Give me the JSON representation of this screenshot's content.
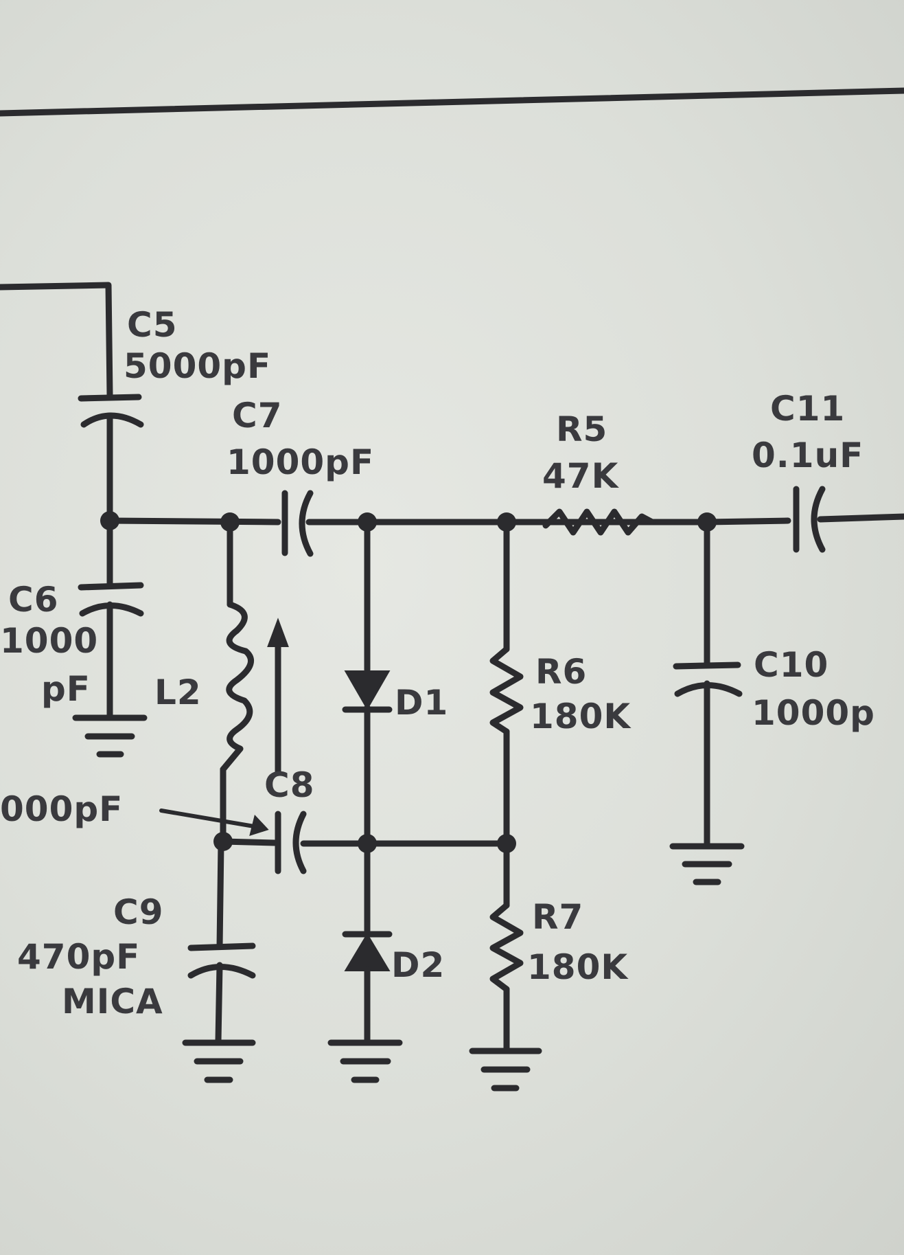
{
  "labels": {
    "c5_name": "C5",
    "c5_value": "5000pF",
    "c7_name": "C7",
    "c7_value": "1000pF",
    "r5_name": "R5",
    "r5_value": "47K",
    "c11_name": "C11",
    "c11_value": "0.1uF",
    "c6_name": "C6",
    "c6_value_top": "1000",
    "c6_value_bottom": "pF",
    "l2_name": "L2",
    "d1_name": "D1",
    "d2_name": "D2",
    "r6_name": "R6",
    "r6_value": "180K",
    "r7_name": "R7",
    "r7_value": "180K",
    "c10_name": "C10",
    "c10_value": "1000p",
    "c8_name": "C8",
    "c8_value": "000pF",
    "c9_name": "C9",
    "c9_value": "470pF",
    "c9_type": "MICA"
  },
  "colors": {
    "paper": "#dcdfd9",
    "ink": "#2b2b2e"
  }
}
